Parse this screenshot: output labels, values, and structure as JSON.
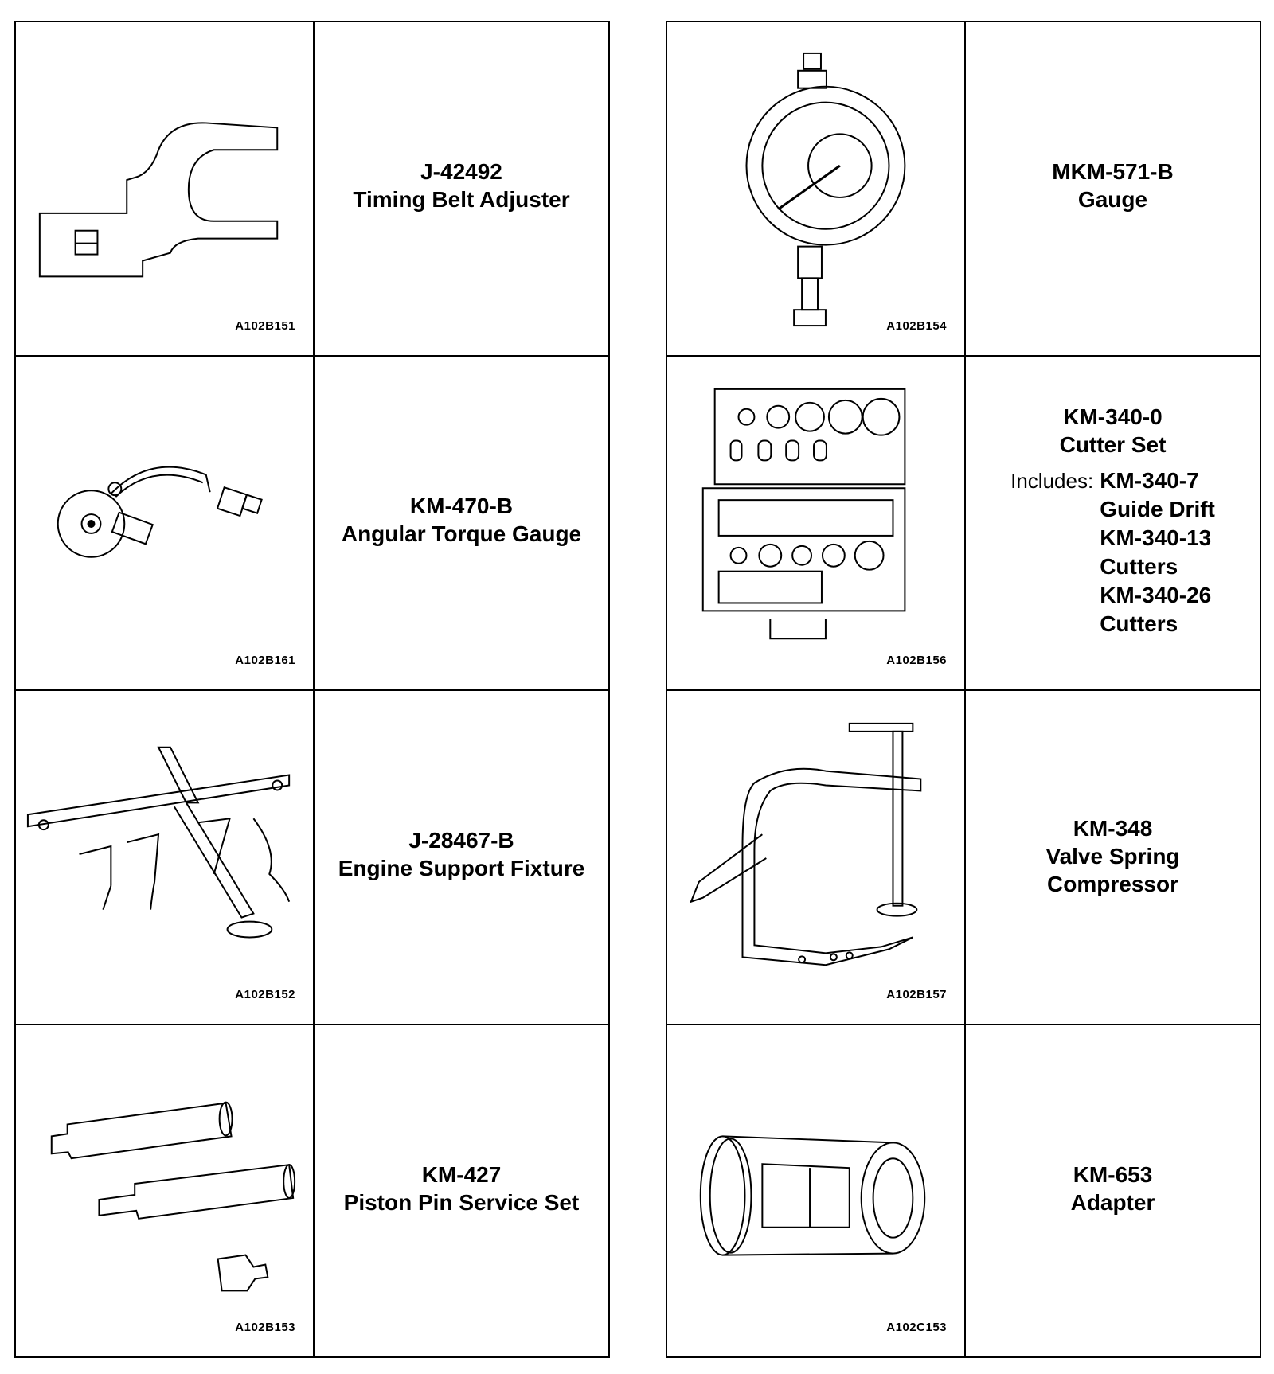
{
  "left": [
    {
      "id": "J-42492",
      "name": "Timing Belt Adjuster",
      "fig": "A102B151"
    },
    {
      "id": "KM-470-B",
      "name": "Angular Torque Gauge",
      "fig": "A102B161"
    },
    {
      "id": "J-28467-B",
      "name": "Engine Support Fixture",
      "fig": "A102B152"
    },
    {
      "id": "KM-427",
      "name": "Piston Pin Service Set",
      "fig": "A102B153"
    }
  ],
  "right": [
    {
      "id": "MKM-571-B",
      "name": "Gauge",
      "fig": "A102B154"
    },
    {
      "id": "KM-340-0",
      "name": "Cutter Set",
      "fig": "A102B156",
      "includes_label": "Includes:",
      "includes": [
        "KM-340-7",
        "Guide Drift",
        "KM-340-13",
        "Cutters",
        "KM-340-26",
        "Cutters"
      ]
    },
    {
      "id": "KM-348",
      "name": "Valve Spring",
      "name2": "Compressor",
      "fig": "A102B157"
    },
    {
      "id": "KM-653",
      "name": "Adapter",
      "fig": "A102C153"
    }
  ]
}
